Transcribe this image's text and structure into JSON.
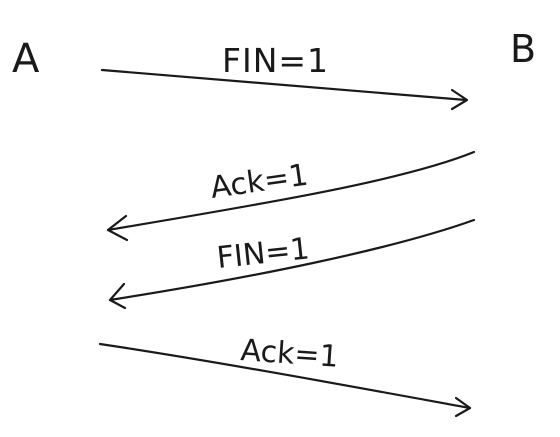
{
  "hosts": {
    "left": "A",
    "right": "B"
  },
  "messages": [
    {
      "label": "FIN=1",
      "direction": "A-to-B"
    },
    {
      "label": "Ack=1",
      "direction": "B-to-A"
    },
    {
      "label": "FIN=1",
      "direction": "B-to-A"
    },
    {
      "label": "Ack=1",
      "direction": "A-to-B"
    }
  ]
}
